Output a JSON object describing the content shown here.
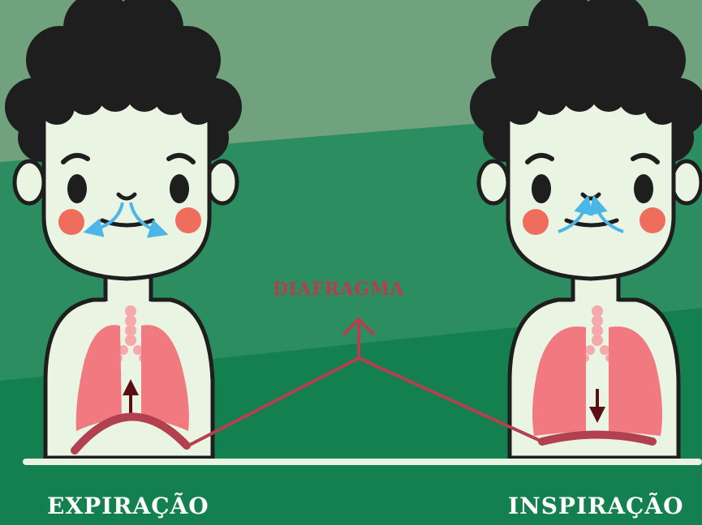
{
  "labels": {
    "diaphragm": "DIAFRAGMA",
    "left_caption": "EXPIRAÇÃO",
    "right_caption": "INSPIRAÇÃO"
  },
  "colors": {
    "background_dark": "#14804f",
    "background_mid": "#2c8e60",
    "background_light": "#6fa27d",
    "skin": "#eaf4e2",
    "hair": "#1e1e1e",
    "cheeks": "#ef6d5c",
    "lungs": "#f07a80",
    "trachea": "#f6a9ab",
    "diaphragm": "#b2404f",
    "air_arrows": "#4cb6e6",
    "movement_arrows": "#5b0f14",
    "caption_text": "#ffffff"
  },
  "figures": [
    {
      "state": "expiration",
      "diaphragm_arrow": "up"
    },
    {
      "state": "inspiration",
      "diaphragm_arrow": "down"
    }
  ]
}
